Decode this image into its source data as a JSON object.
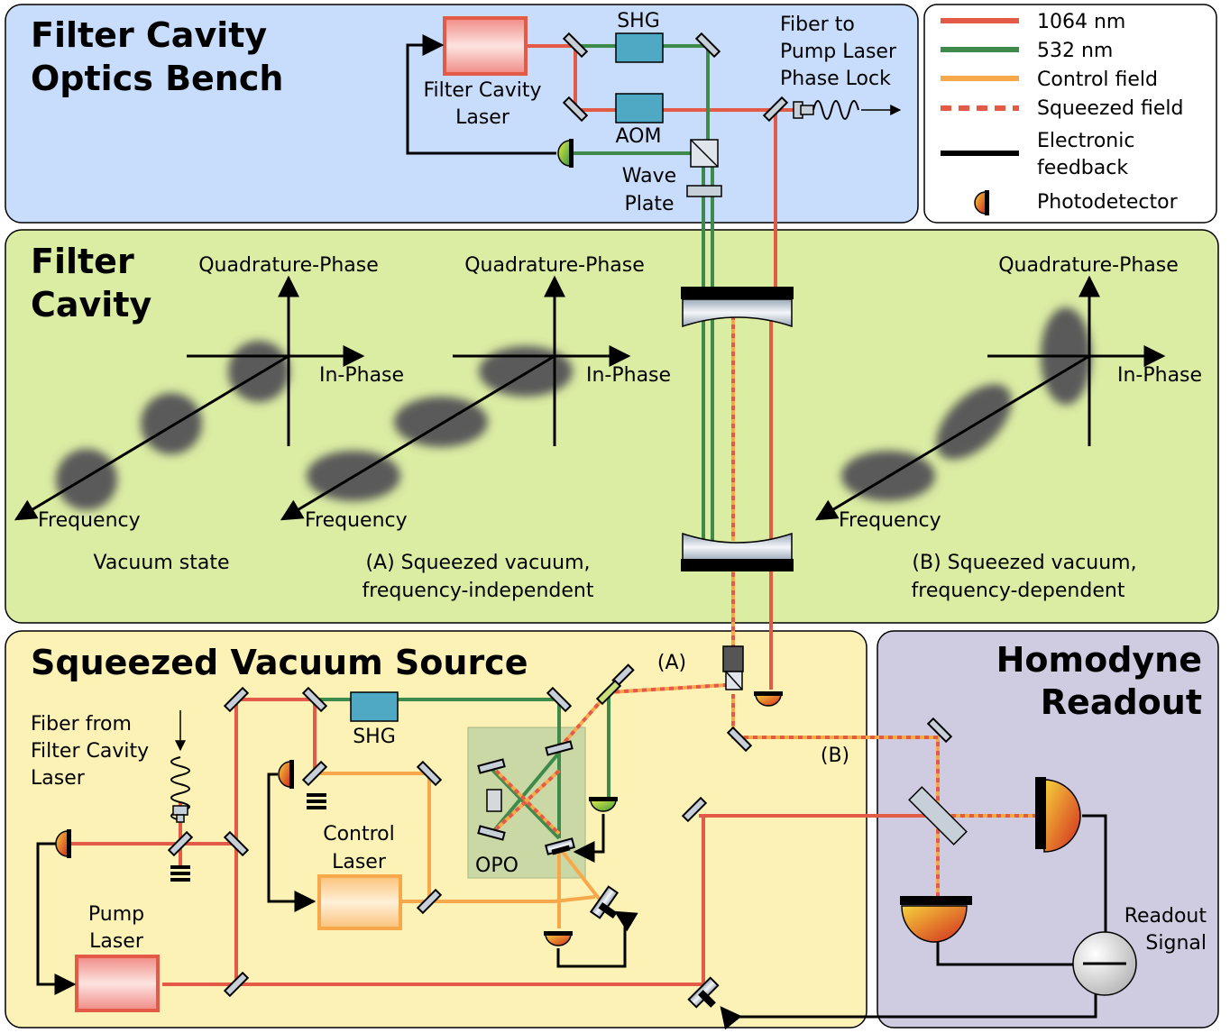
{
  "panels": {
    "bench": {
      "title_line1": "Filter Cavity",
      "title_line2": "Optics Bench"
    },
    "cavity": {
      "title_line1": "Filter",
      "title_line2": "Cavity"
    },
    "source": {
      "title": "Squeezed Vacuum Source"
    },
    "homodyne": {
      "title_line1": "Homodyne",
      "title_line2": "Readout"
    }
  },
  "legend": {
    "items": [
      {
        "label": "1064 nm",
        "color": "#e35b47"
      },
      {
        "label": "532 nm",
        "color": "#3e8a4a"
      },
      {
        "label": "Control field",
        "color": "#f7a84b"
      },
      {
        "label": "Squeezed field",
        "color": "#e35b47"
      },
      {
        "label_line1": "Electronic",
        "label_line2": "feedback",
        "color": "#000000"
      },
      {
        "label": "Photodetector"
      }
    ]
  },
  "bench_labels": {
    "laser_line1": "Filter Cavity",
    "laser_line2": "Laser",
    "shg": "SHG",
    "aom": "AOM",
    "fiber_line1": "Fiber to",
    "fiber_line2": "Pump Laser",
    "fiber_line3": "Phase Lock",
    "wave_line1": "Wave",
    "wave_line2": "Plate"
  },
  "phase_diagrams": [
    {
      "y_label": "Quadrature-Phase",
      "x_label": "In-Phase",
      "z_label": "Frequency",
      "caption_line1": "Vacuum state",
      "caption_line2": ""
    },
    {
      "y_label": "Quadrature-Phase",
      "x_label": "In-Phase",
      "z_label": "Frequency",
      "caption_line1": "(A) Squeezed vacuum,",
      "caption_line2": "frequency-independent"
    },
    {
      "y_label": "Quadrature-Phase",
      "x_label": "In-Phase",
      "z_label": "Frequency",
      "caption_line1": "(B) Squeezed vacuum,",
      "caption_line2": "frequency-dependent"
    }
  ],
  "source_labels": {
    "fiber_line1": "Fiber from",
    "fiber_line2": "Filter Cavity",
    "fiber_line3": "Laser",
    "shg": "SHG",
    "control_line1": "Control",
    "control_line2": "Laser",
    "pump_line1": "Pump",
    "pump_line2": "Laser",
    "opo": "OPO",
    "path_a": "(A)",
    "path_b": "(B)"
  },
  "homodyne_labels": {
    "readout_line1": "Readout",
    "readout_line2": "Signal"
  }
}
